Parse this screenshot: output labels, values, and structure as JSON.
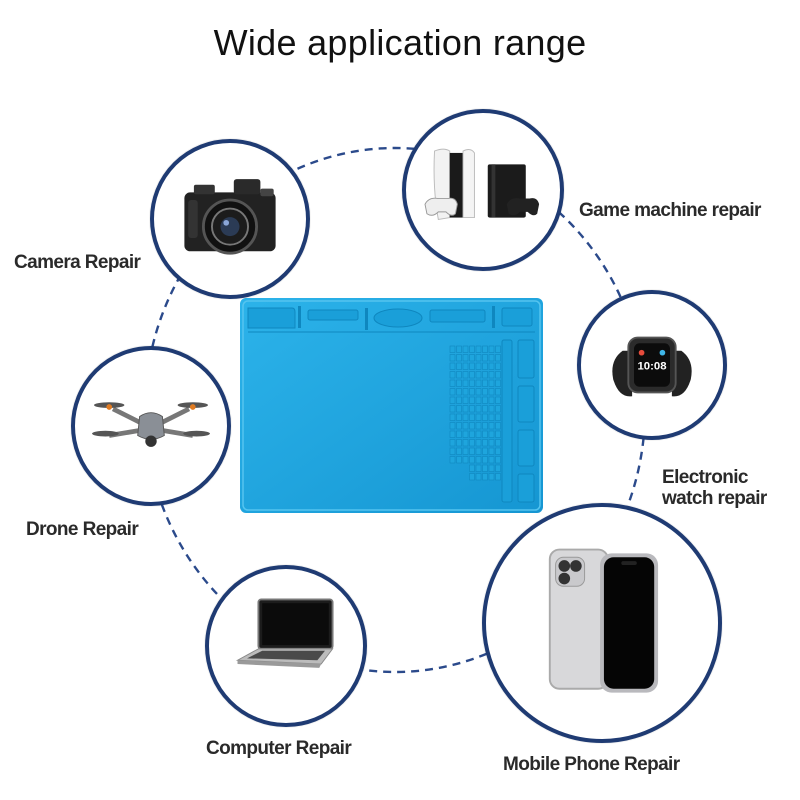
{
  "title": "Wide application range",
  "labels": {
    "camera": "Camera Repair",
    "game": "Game machine repair",
    "watch_line1": "Electronic",
    "watch_line2": "watch repair",
    "drone": "Drone Repair",
    "computer": "Computer Repair",
    "phone": "Mobile Phone Repair"
  },
  "icons": {
    "camera": "camera-icon",
    "game": "game-console-icon",
    "watch": "smartwatch-icon",
    "drone": "drone-icon",
    "computer": "laptop-icon",
    "phone": "smartphone-icon",
    "mat": "silicone-repair-mat"
  },
  "colors": {
    "ring_border": "#1f3b73",
    "dashes": "#2b4a8b",
    "mat_blue": "#1aa3de"
  }
}
